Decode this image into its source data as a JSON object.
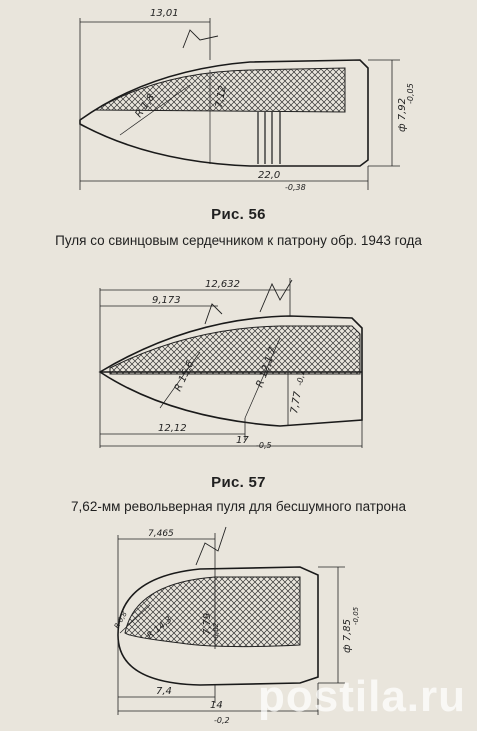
{
  "fig56": {
    "title": "Рис. 56",
    "caption": "Пуля со свинцовым сердечником к патрону обр. 1943 года",
    "dims": {
      "overall_top": "13,01",
      "radius": "R 1,8",
      "inner_dia": "7,12",
      "dia": "ф 7,92",
      "dia_tol": "-0,05",
      "length": "22,0",
      "length_tol": "-0,38"
    }
  },
  "fig57": {
    "title": "Рис. 57",
    "caption": "7,62-мм револьверная пуля для бесшумного патрона",
    "dims": {
      "top_long": "12,632",
      "top_short": "9,173",
      "r1": "R 15,6",
      "r2": "R 12,1 7",
      "dia": "7,77",
      "dia_tol": "-0,1",
      "bottom_short": "12,12",
      "bottom_long": "17",
      "bottom_tol": "-0,5"
    }
  },
  "fig58": {
    "dims": {
      "top": "7,465",
      "r_small": "R 0,8",
      "r_large": "R 14,3",
      "inner_dia": "7,79",
      "inner_tol": "-0,02",
      "dia": "ф 7,85",
      "dia_tol": "-0,05",
      "bottom_short": "7,4",
      "bottom_long": "14",
      "bottom_tol": "-0,2"
    }
  },
  "watermark": "postila.ru"
}
